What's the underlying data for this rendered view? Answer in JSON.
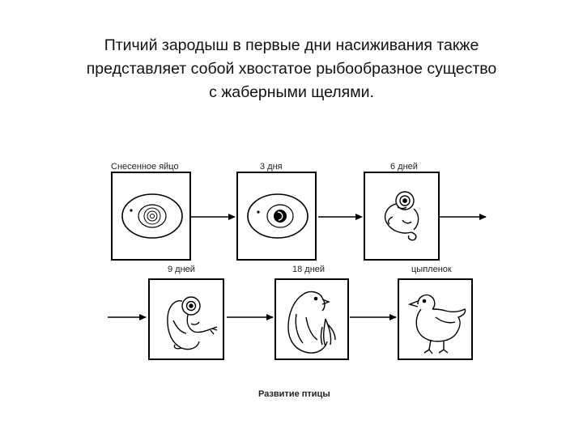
{
  "title": {
    "line1": "Птичий зародыш в первые дни насиживания также",
    "line2": "представляет собой хвостатое рыбообразное существо",
    "line3": "с жаберными щелями."
  },
  "stages": [
    {
      "label": "Снесенное яйцо",
      "icon": "egg-embryo-icon"
    },
    {
      "label": "3 дня",
      "icon": "egg-embryo-day3-icon"
    },
    {
      "label": "6 дней",
      "icon": "embryo-day6-icon"
    },
    {
      "label": "9 дней",
      "icon": "embryo-day9-icon"
    },
    {
      "label": "18 дней",
      "icon": "embryo-day18-icon"
    },
    {
      "label": "цыпленок",
      "icon": "chick-icon"
    }
  ],
  "caption": "Развитие птицы"
}
